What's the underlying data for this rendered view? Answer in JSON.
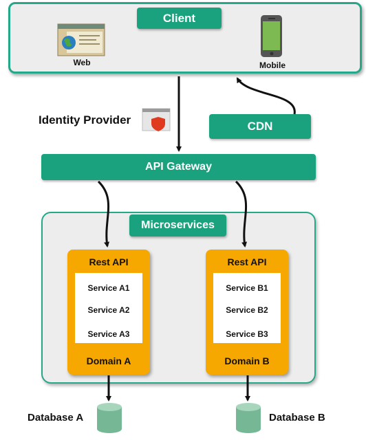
{
  "client": {
    "title": "Client",
    "web_label": "Web",
    "mobile_label": "Mobile"
  },
  "identity_provider": {
    "label": "Identity Provider"
  },
  "cdn": {
    "label": "CDN"
  },
  "gateway": {
    "label": "API Gateway"
  },
  "microservices": {
    "title": "Microservices",
    "domains": [
      {
        "rest_label": "Rest API",
        "services": [
          "Service A1",
          "Service A2",
          "Service A3"
        ],
        "domain_label": "Domain A"
      },
      {
        "rest_label": "Rest API",
        "services": [
          "Service B1",
          "Service B2",
          "Service B3"
        ],
        "domain_label": "Domain B"
      }
    ]
  },
  "databases": [
    {
      "label": "Database A"
    },
    {
      "label": "Database B"
    }
  ],
  "colors": {
    "teal": "#1aa27f",
    "teal_border": "#25a889",
    "orange": "#f6a700",
    "panel_gray": "#ededed",
    "db_green": "#7fbf9f"
  }
}
